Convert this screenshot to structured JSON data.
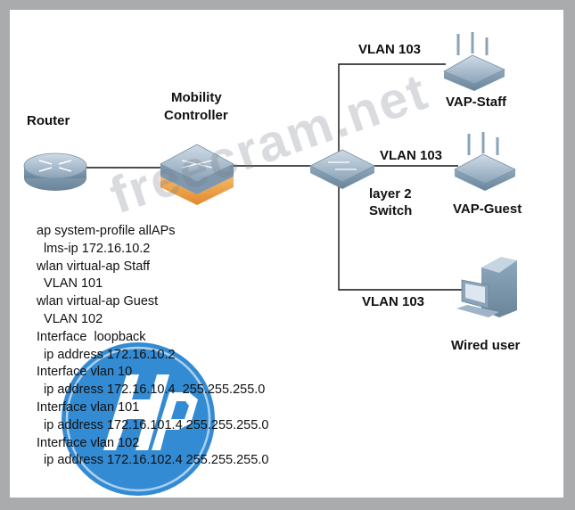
{
  "nodes": {
    "router": "Router",
    "controller_line1": "Mobility",
    "controller_line2": "Controller",
    "switch_line1": "layer 2",
    "switch_line2": "Switch",
    "vap_staff": "VAP-Staff",
    "vap_guest": "VAP-Guest",
    "wired_user": "Wired user"
  },
  "links": {
    "staff_vlan": "VLAN 103",
    "guest_vlan": "VLAN 103",
    "wired_vlan": "VLAN 103"
  },
  "config_lines": [
    "ap system-profile allAPs",
    "  lms-ip 172.16.10.2",
    "wlan virtual-ap Staff",
    "  VLAN 101",
    "wlan virtual-ap Guest",
    "  VLAN 102",
    "Interface  loopback",
    "  ip address 172.16.10.2",
    "Interface vlan 10",
    "  ip address 172.16.10.4  255.255.255.0",
    "Interface vlan 101",
    "  ip address 172.16.101.4 255.255.255.0",
    "Interface vlan 102",
    "  ip address 172.16.102.4 255.255.255.0"
  ],
  "watermark": "freecram.net",
  "colors": {
    "background": "#a9abac",
    "device_blue": "#a9bfd0",
    "controller_orange": "#f0a049",
    "logo_blue": "#1e7fd0"
  }
}
